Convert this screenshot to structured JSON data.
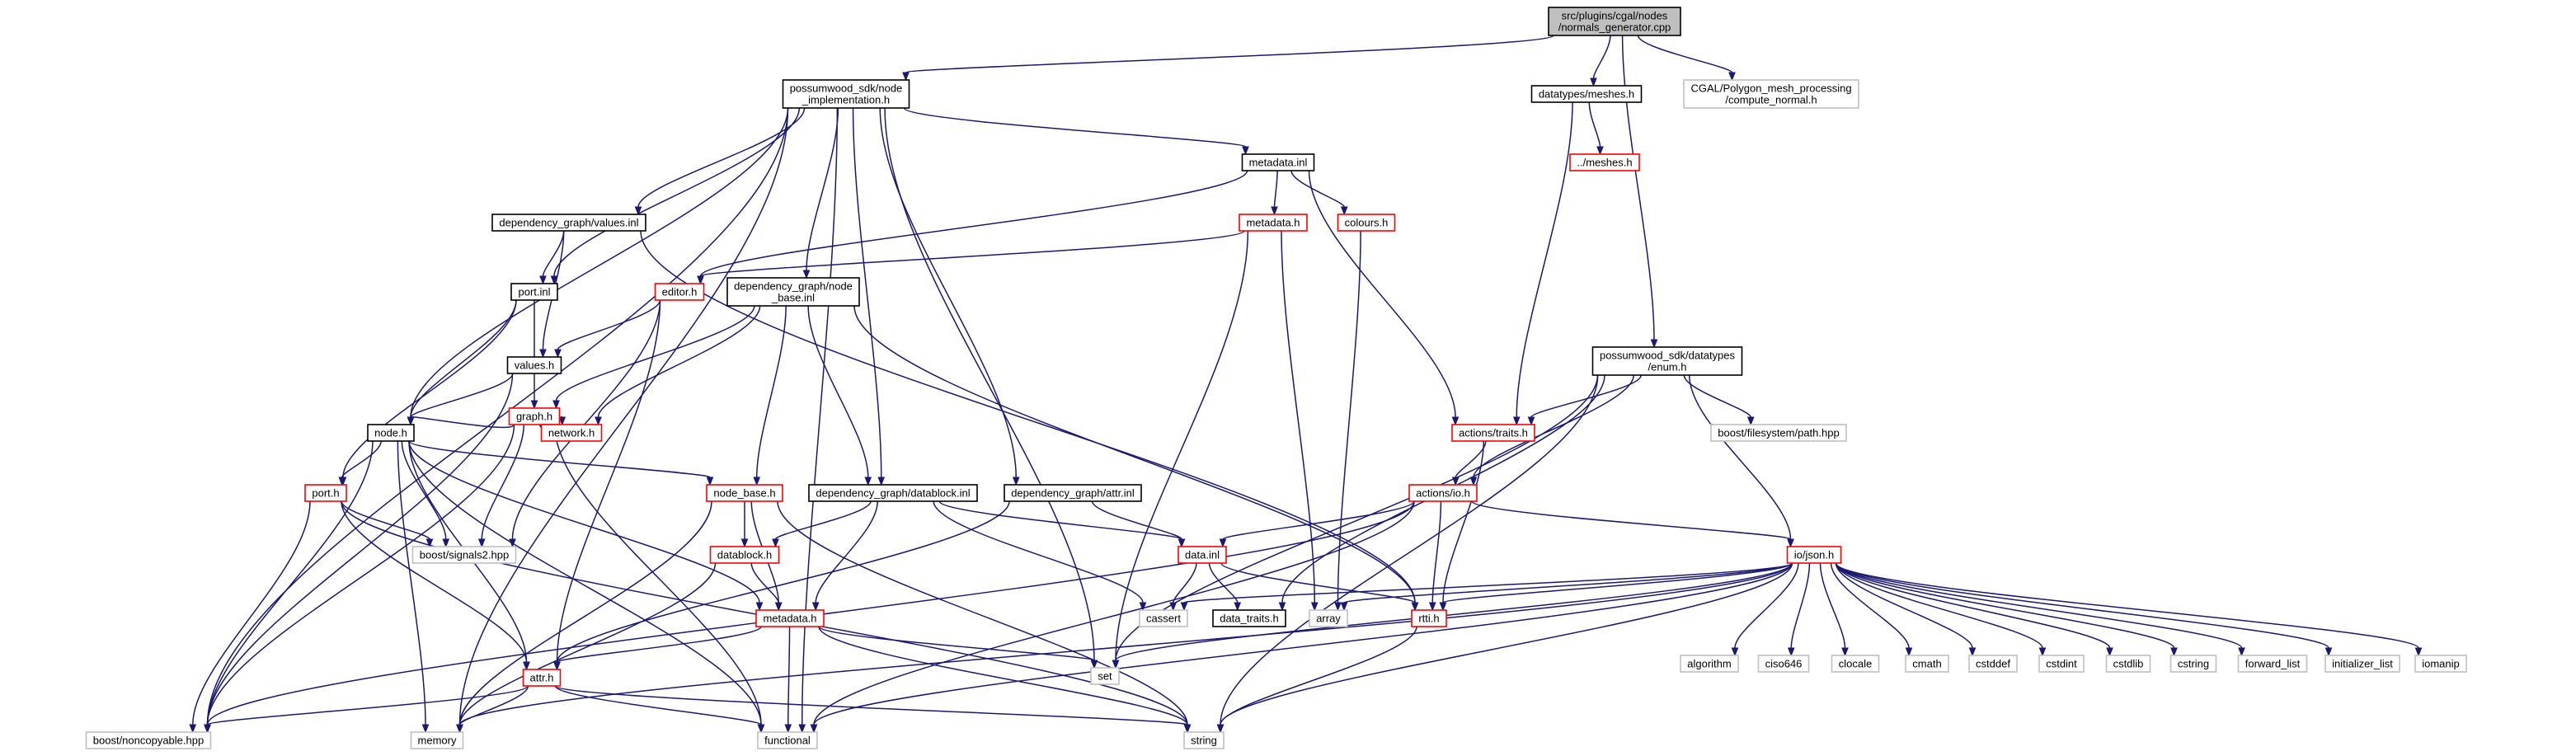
{
  "colors": {
    "edge": "#191970",
    "root_fill": "#bfbfbf",
    "root_border": "#000000",
    "documented_border": "#000000",
    "truncated_border": "#ff0000",
    "undocumented_border": "#bfbfbf"
  },
  "nodes": [
    {
      "id": "root",
      "lines": [
        "src/plugins/cgal/nodes",
        "/normals_generator.cpp"
      ],
      "kind": "root"
    },
    {
      "id": "node_impl",
      "lines": [
        "possumwood_sdk/node",
        "_implementation.h"
      ],
      "kind": "documented"
    },
    {
      "id": "meshes_dt",
      "lines": [
        "datatypes/meshes.h"
      ],
      "kind": "documented"
    },
    {
      "id": "cgal_normal",
      "lines": [
        "CGAL/Polygon_mesh_processing",
        "/compute_normal.h"
      ],
      "kind": "external"
    },
    {
      "id": "meshes_up",
      "lines": [
        "../meshes.h"
      ],
      "kind": "truncated"
    },
    {
      "id": "metadata_inl",
      "lines": [
        "metadata.inl"
      ],
      "kind": "documented"
    },
    {
      "id": "values_inl",
      "lines": [
        "dependency_graph/values.inl"
      ],
      "kind": "documented"
    },
    {
      "id": "metadata_h_top",
      "lines": [
        "metadata.h"
      ],
      "kind": "truncated"
    },
    {
      "id": "colours",
      "lines": [
        "colours.h"
      ],
      "kind": "truncated"
    },
    {
      "id": "port_inl",
      "lines": [
        "port.inl"
      ],
      "kind": "documented"
    },
    {
      "id": "editor",
      "lines": [
        "editor.h"
      ],
      "kind": "truncated"
    },
    {
      "id": "node_base_inl",
      "lines": [
        "dependency_graph/node",
        "_base.inl"
      ],
      "kind": "documented"
    },
    {
      "id": "enum_h",
      "lines": [
        "possumwood_sdk/datatypes",
        "/enum.h"
      ],
      "kind": "documented"
    },
    {
      "id": "values_h",
      "lines": [
        "values.h"
      ],
      "kind": "documented"
    },
    {
      "id": "graph_h",
      "lines": [
        "graph.h"
      ],
      "kind": "truncated"
    },
    {
      "id": "node_h",
      "lines": [
        "node.h"
      ],
      "kind": "documented"
    },
    {
      "id": "network",
      "lines": [
        "network.h"
      ],
      "kind": "truncated"
    },
    {
      "id": "actions_traits",
      "lines": [
        "actions/traits.h"
      ],
      "kind": "truncated"
    },
    {
      "id": "fs_path",
      "lines": [
        "boost/filesystem/path.hpp"
      ],
      "kind": "external"
    },
    {
      "id": "port_h",
      "lines": [
        "port.h"
      ],
      "kind": "truncated"
    },
    {
      "id": "node_base_h",
      "lines": [
        "node_base.h"
      ],
      "kind": "truncated"
    },
    {
      "id": "datablock_inl",
      "lines": [
        "dependency_graph/datablock.inl"
      ],
      "kind": "documented"
    },
    {
      "id": "attr_inl",
      "lines": [
        "dependency_graph/attr.inl"
      ],
      "kind": "documented"
    },
    {
      "id": "actions_io",
      "lines": [
        "actions/io.h"
      ],
      "kind": "truncated"
    },
    {
      "id": "signals2",
      "lines": [
        "boost/signals2.hpp"
      ],
      "kind": "external"
    },
    {
      "id": "datablock_h",
      "lines": [
        "datablock.h"
      ],
      "kind": "truncated"
    },
    {
      "id": "data_inl",
      "lines": [
        "data.inl"
      ],
      "kind": "truncated"
    },
    {
      "id": "io_json",
      "lines": [
        "io/json.h"
      ],
      "kind": "truncated"
    },
    {
      "id": "metadata_h",
      "lines": [
        "metadata.h"
      ],
      "kind": "truncated"
    },
    {
      "id": "cassert",
      "lines": [
        "cassert"
      ],
      "kind": "external"
    },
    {
      "id": "data_traits",
      "lines": [
        "data_traits.h"
      ],
      "kind": "documented"
    },
    {
      "id": "array",
      "lines": [
        "array"
      ],
      "kind": "external"
    },
    {
      "id": "rtti",
      "lines": [
        "rtti.h"
      ],
      "kind": "truncated"
    },
    {
      "id": "algorithm",
      "lines": [
        "algorithm"
      ],
      "kind": "external"
    },
    {
      "id": "ciso646",
      "lines": [
        "ciso646"
      ],
      "kind": "external"
    },
    {
      "id": "clocale",
      "lines": [
        "clocale"
      ],
      "kind": "external"
    },
    {
      "id": "cmath",
      "lines": [
        "cmath"
      ],
      "kind": "external"
    },
    {
      "id": "cstddef",
      "lines": [
        "cstddef"
      ],
      "kind": "external"
    },
    {
      "id": "cstdint",
      "lines": [
        "cstdint"
      ],
      "kind": "external"
    },
    {
      "id": "cstdlib",
      "lines": [
        "cstdlib"
      ],
      "kind": "external"
    },
    {
      "id": "cstring",
      "lines": [
        "cstring"
      ],
      "kind": "external"
    },
    {
      "id": "forward_list",
      "lines": [
        "forward_list"
      ],
      "kind": "external"
    },
    {
      "id": "initializer_list",
      "lines": [
        "initializer_list"
      ],
      "kind": "external"
    },
    {
      "id": "iomanip",
      "lines": [
        "iomanip"
      ],
      "kind": "external"
    },
    {
      "id": "set",
      "lines": [
        "set"
      ],
      "kind": "external"
    },
    {
      "id": "attr_h",
      "lines": [
        "attr.h"
      ],
      "kind": "truncated"
    },
    {
      "id": "noncopyable",
      "lines": [
        "boost/noncopyable.hpp"
      ],
      "kind": "external"
    },
    {
      "id": "memory",
      "lines": [
        "memory"
      ],
      "kind": "external"
    },
    {
      "id": "functional",
      "lines": [
        "functional"
      ],
      "kind": "external"
    },
    {
      "id": "string",
      "lines": [
        "string"
      ],
      "kind": "external"
    }
  ],
  "edges": [
    [
      "root",
      "node_impl"
    ],
    [
      "root",
      "meshes_dt"
    ],
    [
      "root",
      "cgal_normal"
    ],
    [
      "root",
      "enum_h"
    ],
    [
      "meshes_dt",
      "meshes_up"
    ],
    [
      "meshes_dt",
      "actions_traits"
    ],
    [
      "node_impl",
      "metadata_inl"
    ],
    [
      "node_impl",
      "values_inl"
    ],
    [
      "node_impl",
      "port_inl"
    ],
    [
      "node_impl",
      "node_base_inl"
    ],
    [
      "node_impl",
      "node_h"
    ],
    [
      "node_impl",
      "datablock_inl"
    ],
    [
      "node_impl",
      "attr_inl"
    ],
    [
      "node_impl",
      "noncopyable"
    ],
    [
      "node_impl",
      "memory"
    ],
    [
      "node_impl",
      "functional"
    ],
    [
      "node_impl",
      "set"
    ],
    [
      "metadata_inl",
      "metadata_h_top"
    ],
    [
      "metadata_inl",
      "colours"
    ],
    [
      "metadata_inl",
      "editor"
    ],
    [
      "metadata_inl",
      "actions_traits"
    ],
    [
      "metadata_h_top",
      "editor"
    ],
    [
      "metadata_h_top",
      "array"
    ],
    [
      "metadata_h_top",
      "set"
    ],
    [
      "colours",
      "array"
    ],
    [
      "values_inl",
      "port_inl"
    ],
    [
      "values_inl",
      "values_h"
    ],
    [
      "values_inl",
      "rtti"
    ],
    [
      "port_inl",
      "graph_h"
    ],
    [
      "port_inl",
      "node_h"
    ],
    [
      "port_inl",
      "port_h"
    ],
    [
      "editor",
      "values_h"
    ],
    [
      "editor",
      "signals2"
    ],
    [
      "editor",
      "attr_h"
    ],
    [
      "node_base_inl",
      "graph_h"
    ],
    [
      "node_base_inl",
      "network"
    ],
    [
      "node_base_inl",
      "node_base_h"
    ],
    [
      "node_base_inl",
      "datablock_inl"
    ],
    [
      "node_base_inl",
      "rtti"
    ],
    [
      "values_h",
      "node_h"
    ],
    [
      "values_h",
      "noncopyable"
    ],
    [
      "graph_h",
      "node_h"
    ],
    [
      "graph_h",
      "network"
    ],
    [
      "graph_h",
      "signals2"
    ],
    [
      "graph_h",
      "noncopyable"
    ],
    [
      "graph_h",
      "functional"
    ],
    [
      "node_h",
      "port_h"
    ],
    [
      "node_h",
      "node_base_h"
    ],
    [
      "node_h",
      "signals2"
    ],
    [
      "node_h",
      "metadata_h"
    ],
    [
      "node_h",
      "attr_h"
    ],
    [
      "node_h",
      "noncopyable"
    ],
    [
      "node_h",
      "memory"
    ],
    [
      "node_h",
      "functional"
    ],
    [
      "port_h",
      "signals2"
    ],
    [
      "port_h",
      "attr_h"
    ],
    [
      "port_h",
      "noncopyable"
    ],
    [
      "port_h",
      "string"
    ],
    [
      "node_base_h",
      "datablock_h"
    ],
    [
      "node_base_h",
      "metadata_h"
    ],
    [
      "node_base_h",
      "memory"
    ],
    [
      "node_base_h",
      "string"
    ],
    [
      "datablock_inl",
      "datablock_h"
    ],
    [
      "datablock_inl",
      "data_inl"
    ],
    [
      "datablock_inl",
      "metadata_h"
    ],
    [
      "datablock_inl",
      "cassert"
    ],
    [
      "attr_inl",
      "data_inl"
    ],
    [
      "attr_inl",
      "attr_h"
    ],
    [
      "enum_h",
      "actions_traits"
    ],
    [
      "enum_h",
      "actions_io"
    ],
    [
      "enum_h",
      "io_json"
    ],
    [
      "enum_h",
      "fs_path"
    ],
    [
      "enum_h",
      "data_traits"
    ],
    [
      "enum_h",
      "set"
    ],
    [
      "enum_h",
      "string"
    ],
    [
      "actions_traits",
      "actions_io"
    ],
    [
      "actions_traits",
      "rtti"
    ],
    [
      "actions_io",
      "data_inl"
    ],
    [
      "actions_io",
      "io_json"
    ],
    [
      "actions_io",
      "rtti"
    ],
    [
      "actions_io",
      "noncopyable"
    ],
    [
      "actions_io",
      "functional"
    ],
    [
      "datablock_h",
      "metadata_h"
    ],
    [
      "datablock_h",
      "memory"
    ],
    [
      "data_inl",
      "cassert"
    ],
    [
      "data_inl",
      "data_traits"
    ],
    [
      "data_inl",
      "rtti"
    ],
    [
      "io_json",
      "cassert"
    ],
    [
      "io_json",
      "array"
    ],
    [
      "io_json",
      "rtti"
    ],
    [
      "io_json",
      "algorithm"
    ],
    [
      "io_json",
      "ciso646"
    ],
    [
      "io_json",
      "clocale"
    ],
    [
      "io_json",
      "cmath"
    ],
    [
      "io_json",
      "cstddef"
    ],
    [
      "io_json",
      "cstdint"
    ],
    [
      "io_json",
      "cstdlib"
    ],
    [
      "io_json",
      "cstring"
    ],
    [
      "io_json",
      "forward_list"
    ],
    [
      "io_json",
      "initializer_list"
    ],
    [
      "io_json",
      "iomanip"
    ],
    [
      "io_json",
      "set"
    ],
    [
      "io_json",
      "memory"
    ],
    [
      "io_json",
      "functional"
    ],
    [
      "io_json",
      "string"
    ],
    [
      "metadata_h",
      "attr_h"
    ],
    [
      "metadata_h",
      "set"
    ],
    [
      "metadata_h",
      "functional"
    ],
    [
      "metadata_h",
      "string"
    ],
    [
      "rtti",
      "string"
    ],
    [
      "attr_h",
      "noncopyable"
    ],
    [
      "attr_h",
      "memory"
    ],
    [
      "attr_h",
      "functional"
    ],
    [
      "attr_h",
      "string"
    ]
  ]
}
